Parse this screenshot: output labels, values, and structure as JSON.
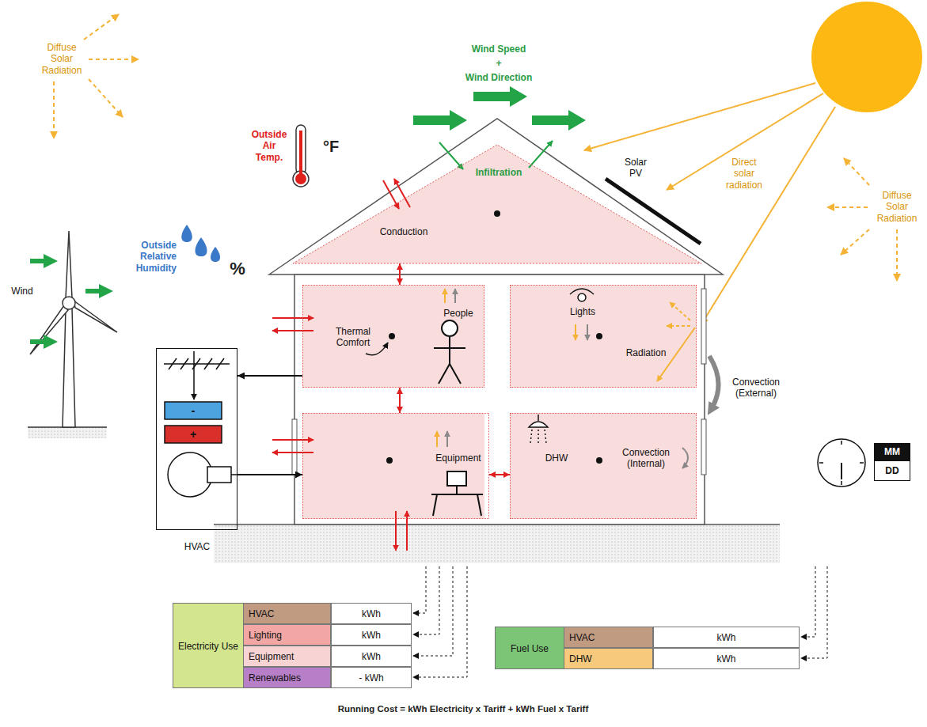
{
  "diagram": {
    "nodes": [
      {
        "text": [
          "Conduction"
        ]
      },
      {
        "text": [
          "Thermal Comfort",
          "People"
        ]
      },
      {
        "text": [
          "Lights",
          "Radiation"
        ]
      },
      {
        "text": [
          "Equipment"
        ]
      },
      {
        "text": [
          "DHW",
          "Convection (Internal)"
        ]
      },
      {
        "text": [
          "HVAC"
        ]
      },
      {
        "text": [
          "Electricity Use"
        ]
      },
      {
        "text": [
          "Fuel Use"
        ]
      }
    ],
    "edges": [
      {
        "from": 0,
        "to": 1,
        "arrow": "both"
      },
      {
        "from": 1,
        "to": 3,
        "arrow": "both"
      },
      {
        "from": 3,
        "to": 4,
        "arrow": "both"
      },
      {
        "from": 1,
        "to": 5,
        "arrow": "to"
      },
      {
        "from": 5,
        "to": 3,
        "arrow": "to"
      }
    ],
    "labels": [
      "Diffuse Solar Radiation",
      "Wind Speed",
      "+",
      "Wind Direction",
      "Outside Air Temp.",
      "°F",
      "Infiltration",
      "Solar PV",
      "Direct solar radiation",
      "Diffuse Solar Radiation",
      "Outside Relative Humidity",
      "%",
      "Wind",
      "-",
      "+",
      "Convection (External)",
      "MM",
      "DD",
      "HVAC",
      "kWh",
      "Lighting",
      "kWh",
      "Equipment",
      "kWh",
      "Renewables",
      "- kWh",
      "HVAC",
      "kWh",
      "DHW",
      "kWh",
      "Running Cost = kWh Electricity x Tariff + kWh Fuel x Tariff"
    ]
  }
}
